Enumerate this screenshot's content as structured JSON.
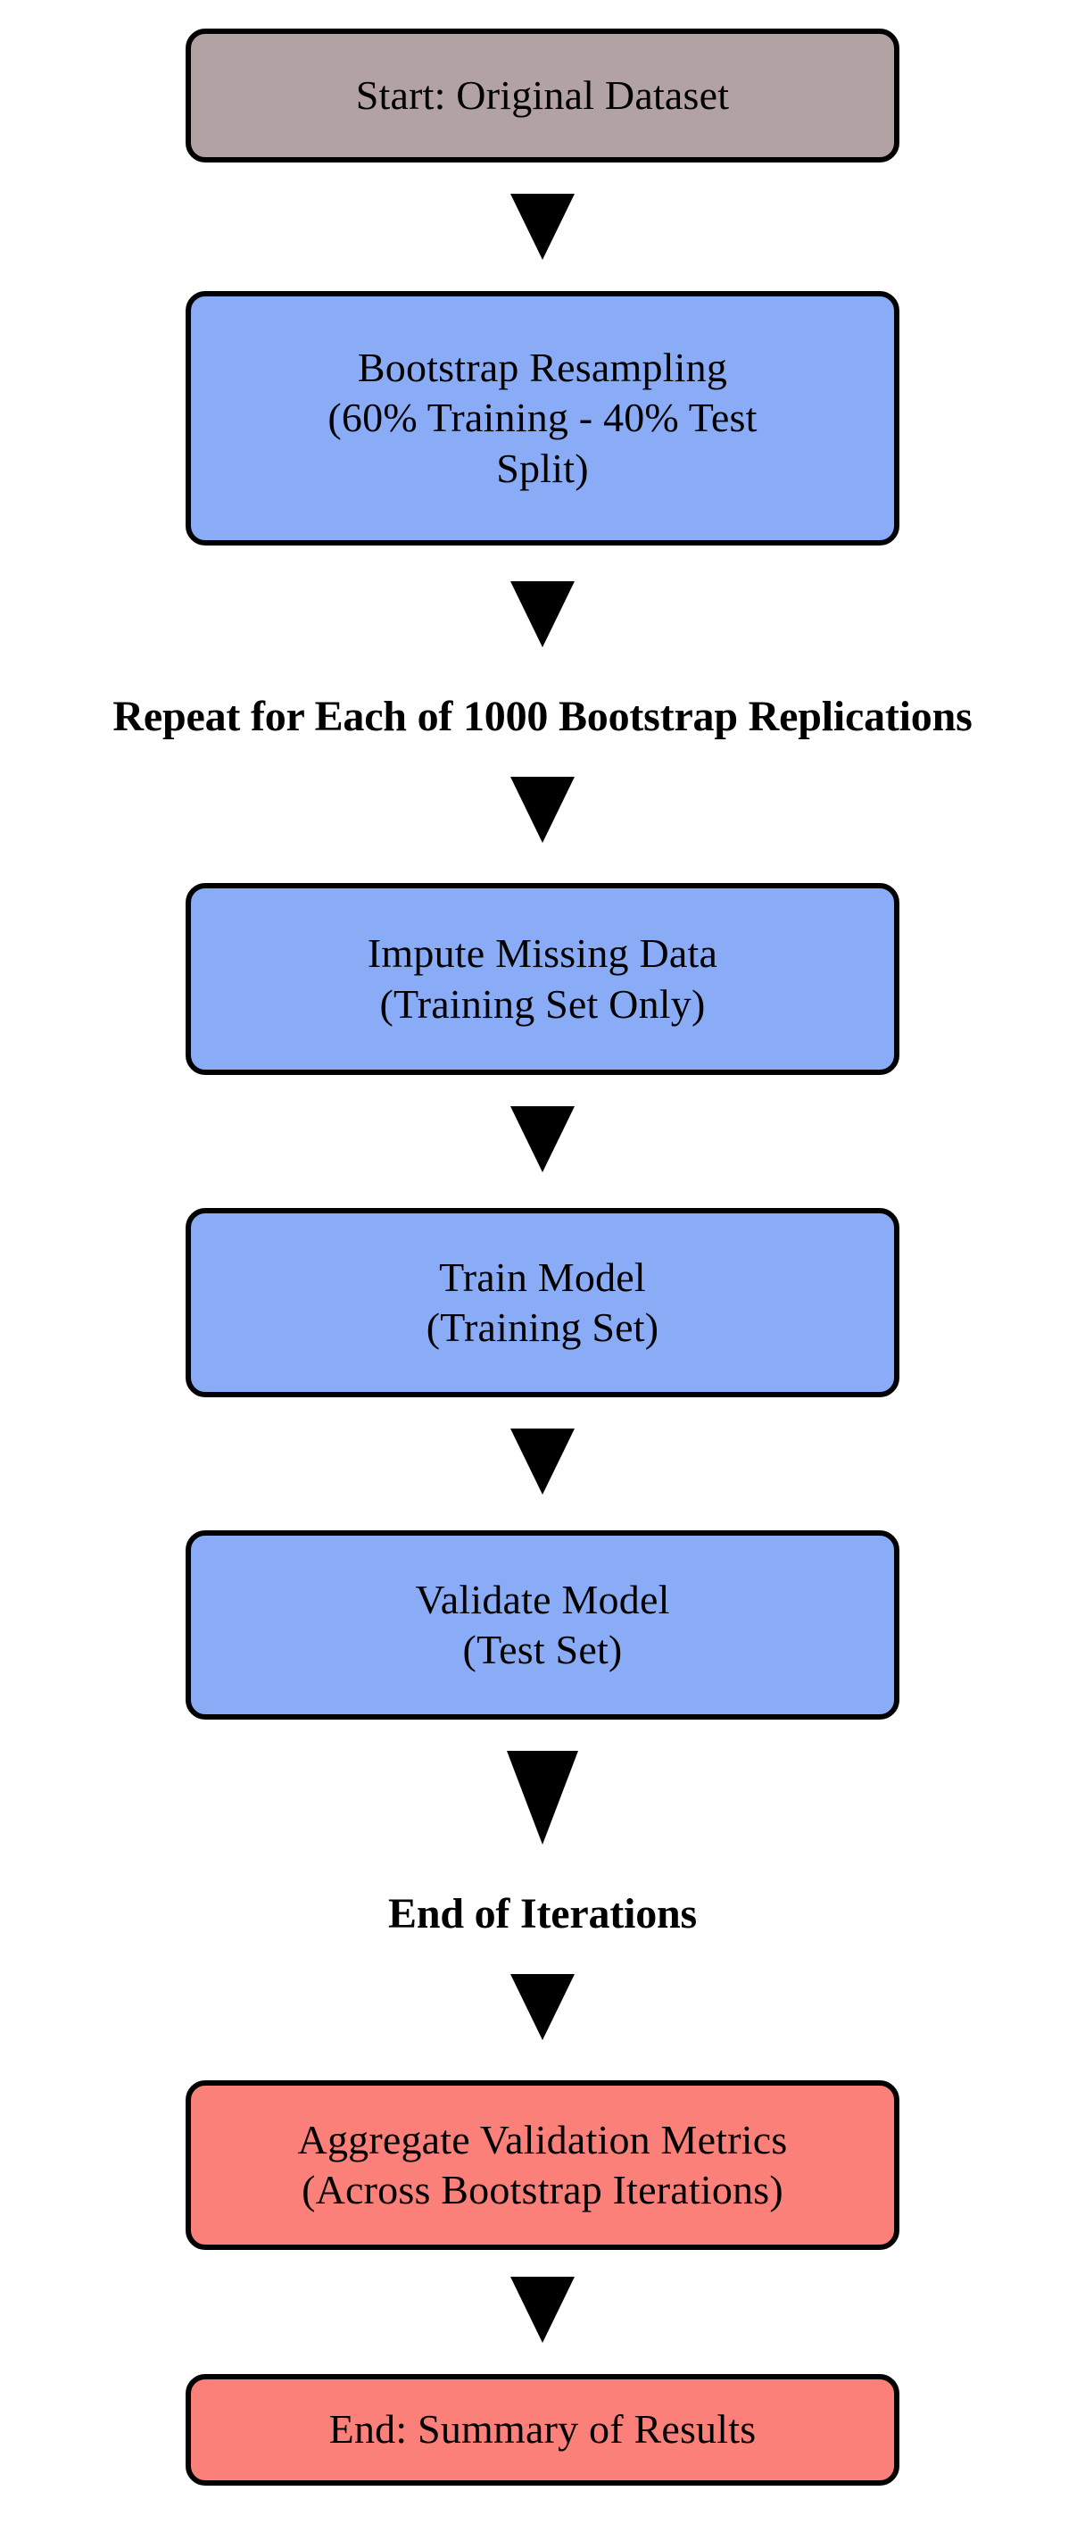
{
  "diagram": {
    "type": "flowchart",
    "orientation": "top-to-bottom",
    "title_text": "",
    "colors": {
      "start_fill": "#b2a2a4",
      "process_fill": "#8aacf7",
      "result_fill": "#fb8079",
      "border": "#000000",
      "background": "#ffffff",
      "text": "#000000"
    },
    "nodes": [
      {
        "id": "start",
        "kind": "start",
        "lines": [
          "Start: Original Dataset"
        ]
      },
      {
        "id": "bootstrap-resampling",
        "kind": "process",
        "lines": [
          "Bootstrap Resampling",
          "(60% Training - 40% Test",
          "Split)"
        ]
      },
      {
        "id": "impute-missing-data",
        "kind": "process",
        "lines": [
          "Impute Missing Data",
          "(Training Set Only)"
        ]
      },
      {
        "id": "train-model",
        "kind": "process",
        "lines": [
          "Train Model",
          "(Training Set)"
        ]
      },
      {
        "id": "validate-model",
        "kind": "process",
        "lines": [
          "Validate Model",
          "(Test Set)"
        ]
      },
      {
        "id": "aggregate-validation-metrics",
        "kind": "result",
        "lines": [
          "Aggregate Validation Metrics",
          "(Across Bootstrap Iterations)"
        ]
      },
      {
        "id": "end-summary",
        "kind": "result",
        "lines": [
          "End: Summary of Results"
        ]
      }
    ],
    "loop_labels": {
      "repeat": "Repeat for Each of 1000 Bootstrap Replications",
      "end_of_iterations": "End of Iterations"
    },
    "arrows": {
      "glyph": "down-triangle",
      "count": 8
    }
  }
}
